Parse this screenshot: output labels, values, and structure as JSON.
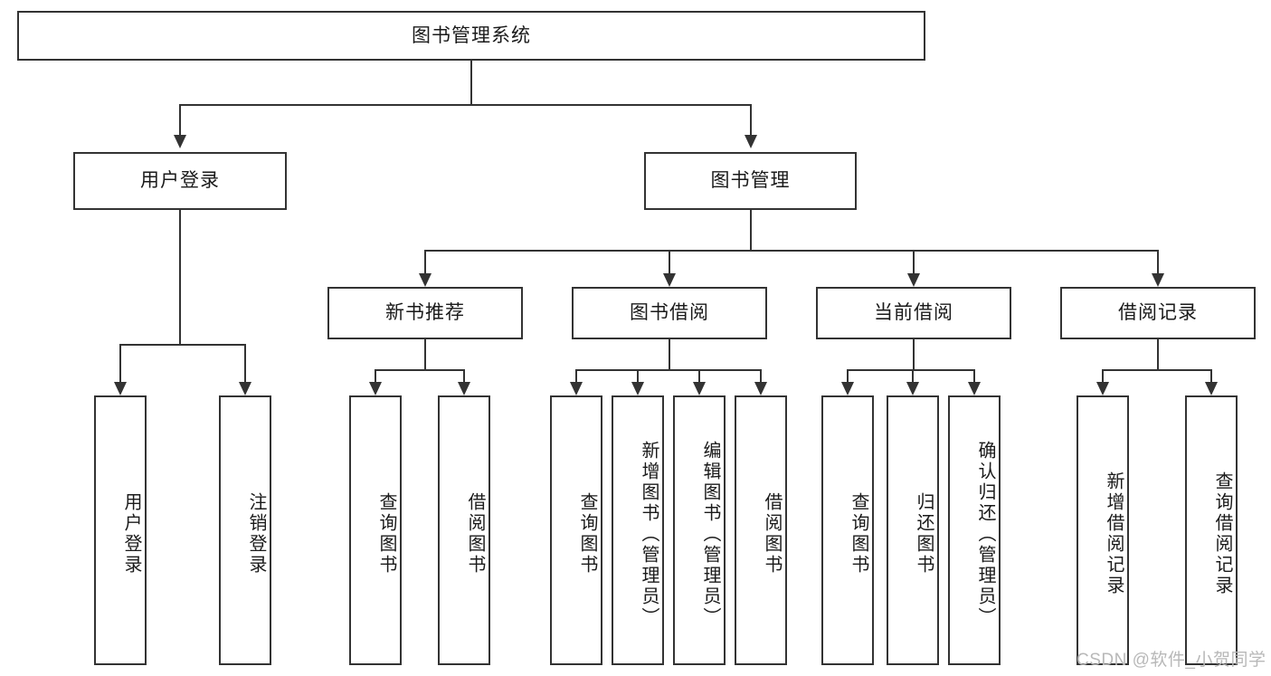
{
  "diagram": {
    "title": "图书管理系统",
    "root": {
      "label": "图书管理系统"
    },
    "level1": [
      {
        "label": "用户登录"
      },
      {
        "label": "图书管理"
      }
    ],
    "level2": [
      {
        "label": "新书推荐"
      },
      {
        "label": "图书借阅"
      },
      {
        "label": "当前借阅"
      },
      {
        "label": "借阅记录"
      }
    ],
    "leaves": {
      "user_login": [
        {
          "label": "用户登录"
        },
        {
          "label": "注销登录"
        }
      ],
      "new_book_recommend": [
        {
          "label": "查询图书"
        },
        {
          "label": "借阅图书"
        }
      ],
      "book_borrow": [
        {
          "label": "查询图书"
        },
        {
          "label": "新增图书（管理员）"
        },
        {
          "label": "编辑图书（管理员）"
        },
        {
          "label": "借阅图书"
        }
      ],
      "current_borrow": [
        {
          "label": "查询图书"
        },
        {
          "label": "归还图书"
        },
        {
          "label": "确认归还（管理员）"
        }
      ],
      "borrow_record": [
        {
          "label": "新增借阅记录"
        },
        {
          "label": "查询借阅记录"
        }
      ]
    }
  },
  "watermark": {
    "text": "CSDN @软件_小贺同学"
  },
  "colors": {
    "stroke": "#333333",
    "text": "#1a1a1a",
    "background": "#ffffff",
    "watermark": "#b8b8b8"
  }
}
